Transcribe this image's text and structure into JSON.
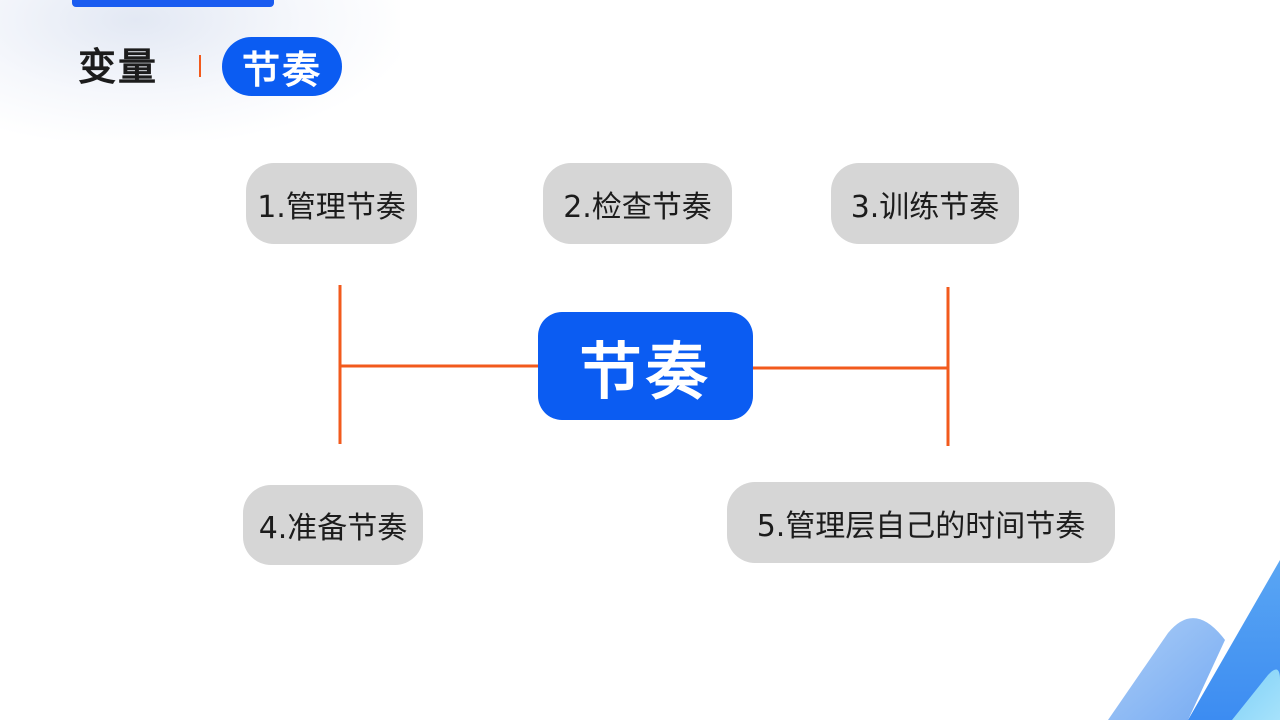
{
  "header": {
    "variable_label": "变量",
    "topic_pill": "节奏"
  },
  "diagram": {
    "center": "节奏",
    "nodes": [
      "1.管理节奏",
      "2.检查节奏",
      "3.训练节奏",
      "4.准备节奏",
      "5.管理层自己的时间节奏"
    ]
  },
  "colors": {
    "brand_blue": "#0b5cf2",
    "connector_orange": "#f25a1c",
    "node_gray": "#d6d6d6"
  }
}
